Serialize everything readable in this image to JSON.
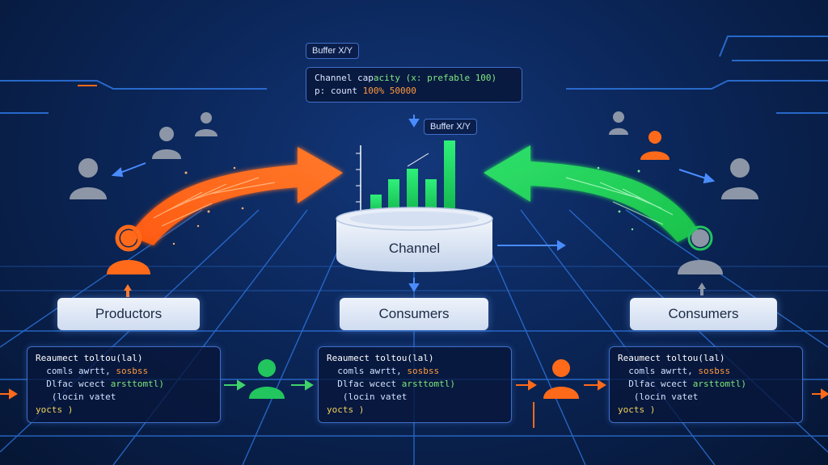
{
  "colors": {
    "background": "#0b2659",
    "producer_accent": "#ff6a1a",
    "consumer_accent": "#22c55e",
    "person_gray": "#8c96a6",
    "grid_line": "#2f7be8"
  },
  "top_tag": "Buffer X/Y",
  "mid_tag": "Buffer X/Y",
  "channel_info": {
    "line1_a": "Channel cap",
    "line1_b": "acity (x: prefable 100)",
    "line2_a": "p: count ",
    "line2_b": "100% 50000"
  },
  "channel_label": "Channel",
  "labels": {
    "producers": "Productors",
    "consumers_center": "Consumers",
    "consumers_right": "Consumers"
  },
  "code": {
    "line1": "Reaumect toltou(lal)",
    "line2_a": "comls awrtt, ",
    "line2_b": "sosbss",
    "line3_a": "Dlfac wcect ",
    "line3_b": "arsttomtl)",
    "line4": "(locin vatet",
    "line5": "yocts )"
  },
  "icons": [
    "person-icon",
    "arrow-icon",
    "bar-chart-icon",
    "cylinder-icon"
  ]
}
